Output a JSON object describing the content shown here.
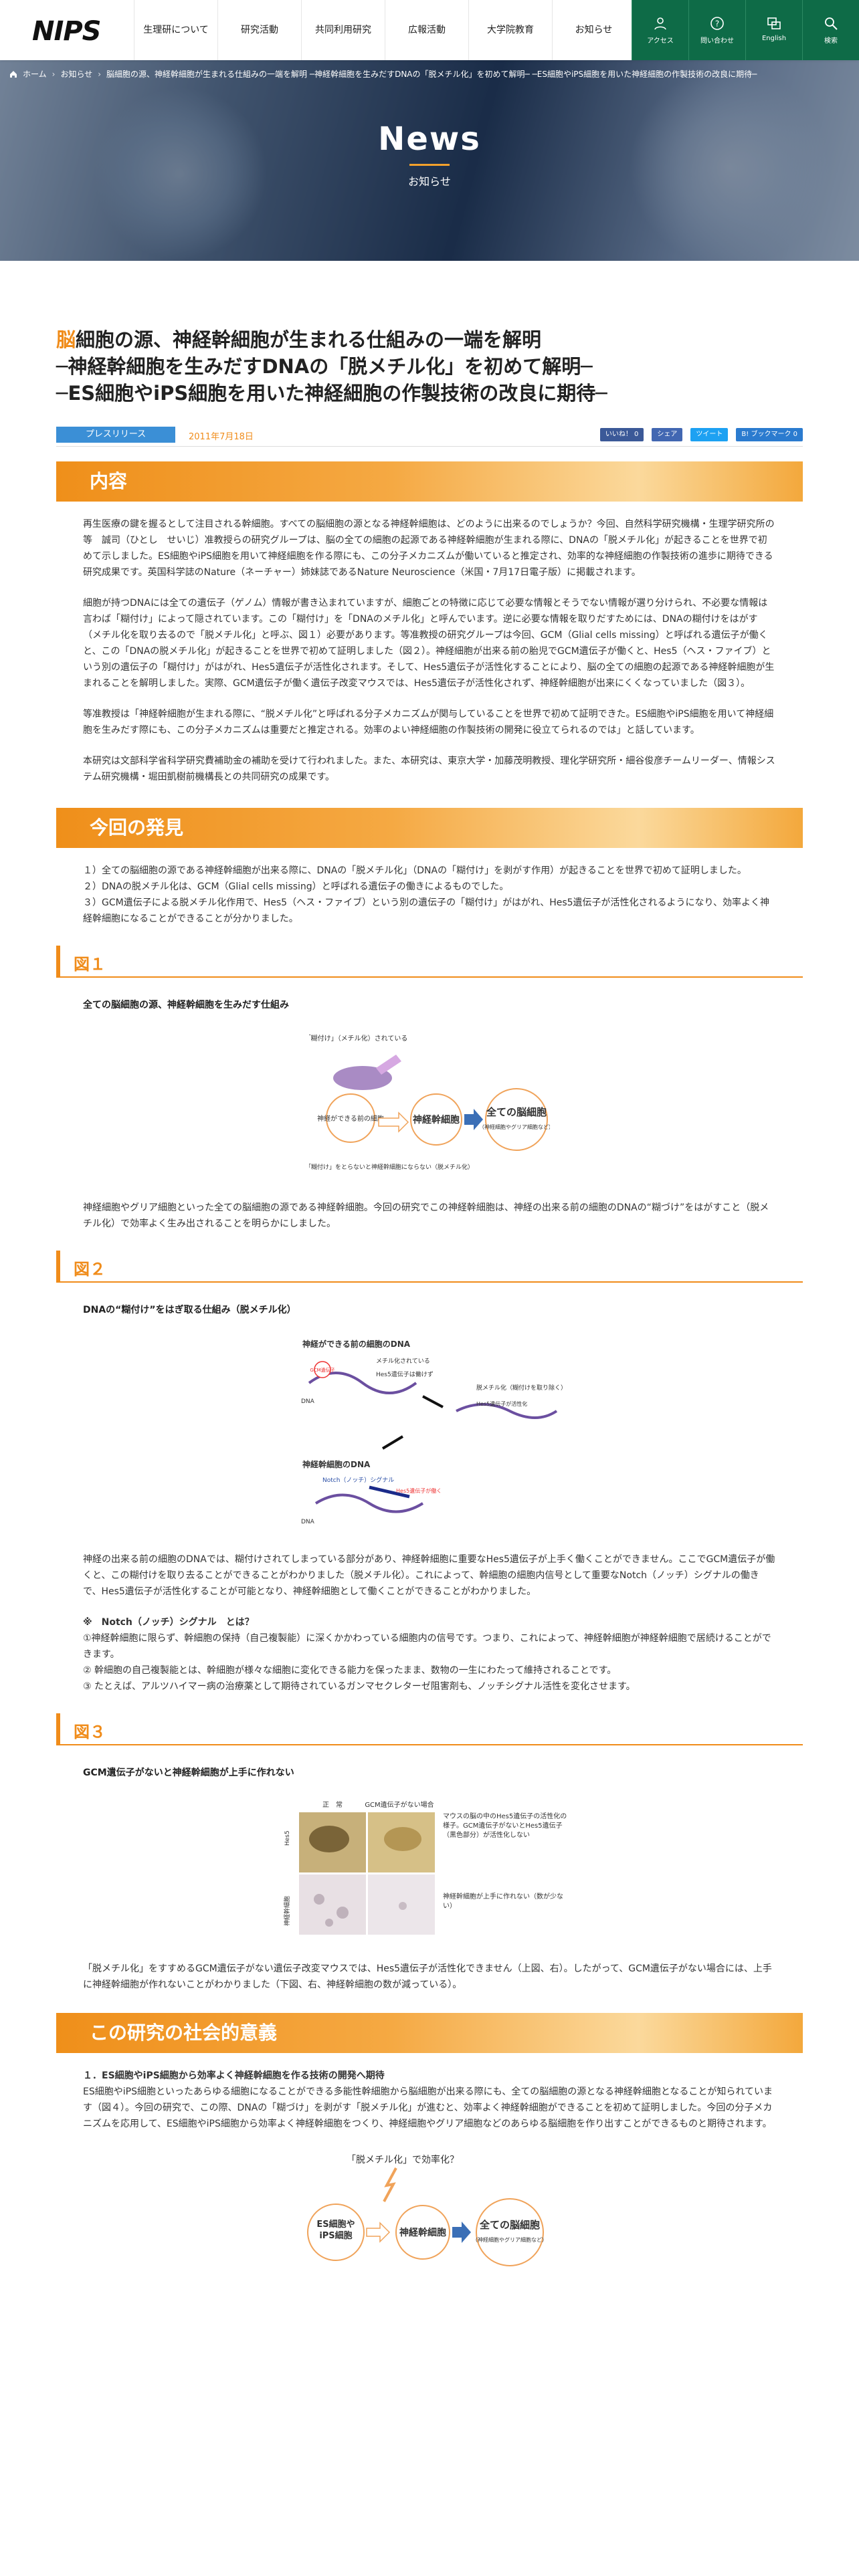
{
  "header": {
    "logo": "NIPS",
    "nav": [
      "生理研について",
      "研究活動",
      "共同利用研究",
      "広報活動",
      "大学院教育",
      "お知らせ"
    ],
    "utility": [
      "アクセス",
      "問い合わせ",
      "English",
      "検索"
    ]
  },
  "hero": {
    "breadcrumb": [
      "ホーム",
      "お知らせ",
      "脳細胞の源、神経幹細胞が生まれる仕組みの一端を解明 ─神経幹細胞を生みだすDNAの「脱メチル化」を初めて解明─ ─ES細胞やiPS細胞を用いた神経細胞の作製技術の改良に期待─"
    ],
    "title": "News",
    "subtitle": "お知らせ"
  },
  "article": {
    "title_accent": "脳",
    "title_line1": "細胞の源、神経幹細胞が生まれる仕組みの一端を解明",
    "title_line2": "─神経幹細胞を生みだすDNAの「脱メチル化」を初めて解明─",
    "title_line3": "─ES細胞やiPS細胞を用いた神経細胞の作製技術の改良に期待─",
    "tag": "プレスリリース",
    "date": "2011年7月18日",
    "share": [
      "いいね！ 0",
      "シェア",
      "ツイート",
      "B! ブックマーク 0"
    ],
    "sec1": "内容",
    "p1": "再生医療の鍵を握るとして注目される幹細胞。すべての脳細胞の源となる神経幹細胞は、どのように出来るのでしょうか？今回、自然科学研究機構・生理学研究所の等　誠司（ひとし　せいじ）准教授らの研究グループは、脳の全ての細胞の起源である神経幹細胞が生まれる際に、DNAの「脱メチル化」が起きることを世界で初めて示しました。ES細胞やiPS細胞を用いて神経細胞を作る際にも、この分子メカニズムが働いていると推定され、効率的な神経細胞の作製技術の進歩に期待できる研究成果です。英国科学誌のNature（ネーチャー）姉妹誌であるNature Neuroscience（米国・7月17日電子版）に掲載されます。",
    "p2": "細胞が持つDNAには全ての遺伝子（ゲノム）情報が書き込まれていますが、細胞ごとの特徴に応じて必要な情報とそうでない情報が選り分けられ、不必要な情報は言わば「糊付け」によって隠されています。この「糊付け」を「DNAのメチル化」と呼んでいます。逆に必要な情報を取りだすためには、DNAの糊付けをはがす（メチル化を取り去るので「脱メチル化」と呼ぶ、図１）必要があります。等准教授の研究グループは今回、GCM（Glial cells missing）と呼ばれる遺伝子が働くと、この「DNAの脱メチル化」が起きることを世界で初めて証明しました（図２）。神経細胞が出来る前の胎児でGCM遺伝子が働くと、Hes5（ヘス・ファイブ）という別の遺伝子の「糊付け」がはがれ、Hes5遺伝子が活性化されます。そして、Hes5遺伝子が活性化することにより、脳の全ての細胞の起源である神経幹細胞が生まれることを解明しました。実際、GCM遺伝子が働く遺伝子改変マウスでは、Hes5遺伝子が活性化されず、神経幹細胞が出来にくくなっていました（図３）。",
    "p3": "等准教授は「神経幹細胞が生まれる際に、“脱メチル化”と呼ばれる分子メカニズムが関与していることを世界で初めて証明できた。ES細胞やiPS細胞を用いて神経細胞を生みだす際にも、この分子メカニズムは重要だと推定される。効率のよい神経細胞の作製技術の開発に役立てられるのでは」と話しています。",
    "p4": "本研究は文部科学省科学研究費補助金の補助を受けて行われました。また、本研究は、東京大学・加藤茂明教授、理化学研究所・細谷俊彦チームリーダー、情報システム研究機構・堀田凱樹前機構長との共同研究の成果です。",
    "sec2": "今回の発見",
    "f1": "１）全ての脳細胞の源である神経幹細胞が出来る際に、DNAの「脱メチル化」（DNAの「糊付け」を剥がす作用）が起きることを世界で初めて証明しました。",
    "f2": "２）DNAの脱メチル化は、GCM（Glial cells missing）と呼ばれる遺伝子の働きによるものでした。",
    "f3": "３）GCM遺伝子による脱メチル化作用で、Hes5（ヘス・ファイブ）という別の遺伝子の「糊付け」がはがれ、Hes5遺伝子が活性化されるようになり、効率よく神経幹細胞になることができることが分かりました。",
    "fig1": "図１",
    "fig1_cap": "全ての脳細胞の源、神経幹細胞を生みだす仕組み",
    "fig1_labels": {
      "glue": "「糊付け」（メチル化）されている",
      "pre": "神経ができる前の細胞",
      "nsc": "神経幹細胞",
      "all": "全ての脳細胞",
      "allsub": "（神経細胞やグリア細胞など）",
      "remove": "「糊付け」をとらないと神経幹細胞にならない（脱メチル化）"
    },
    "fig1_text": "神経細胞やグリア細胞といった全ての脳細胞の源である神経幹細胞。今回の研究でこの神経幹細胞は、神経の出来る前の細胞のDNAの“糊づけ”をはがすこと（脱メチル化）で効率よく生み出されることを明らかにしました。",
    "fig2": "図２",
    "fig2_cap": "DNAの“糊付け”をはぎ取る仕組み（脱メチル化）",
    "fig2_labels": {
      "top": "神経ができる前の細胞のDNA",
      "methyl": "メチル化されている",
      "hes5off": "Hes5遺伝子は働けず",
      "gcm": "GCM遺伝子",
      "demethyl": "脱メチル化（糊付けを取り除く）",
      "hes5on": "Hes5遺伝子が活性化",
      "dna": "DNA",
      "bottom": "神経幹細胞のDNA",
      "notch": "Notch（ノッチ）シグナル",
      "hes5act": "Hes5遺伝子が働く"
    },
    "fig2_text": "神経の出来る前の細胞のDNAでは、糊付けされてしまっている部分があり、神経幹細胞に重要なHes5遺伝子が上手く働くことができません。ここでGCM遺伝子が働くと、この糊付けを取り去ることができることがわかりました（脱メチル化）。これによって、幹細胞の細胞内信号として重要なNotch（ノッチ）シグナルの働きで、Hes5遺伝子が活性化することが可能となり、神経幹細胞として働くことができることがわかりました。",
    "note_head": "※　Notch（ノッチ）シグナル　とは？",
    "note1": "①神経幹細胞に限らず、幹細胞の保持（自己複製能）に深くかかわっている細胞内の信号です。つまり、これによって、神経幹細胞が神経幹細胞で居続けることができます。",
    "note2": "② 幹細胞の自己複製能とは、幹細胞が様々な細胞に変化できる能力を保ったまま、数物の一生にわたって維持されることです。",
    "note3": "③ たとえば、アルツハイマー病の治療薬として期待されているガンマセクレターゼ阻害剤も、ノッチシグナル活性を変化させます。",
    "fig3": "図３",
    "fig3_cap": "GCM遺伝子がないと神経幹細胞が上手に作れない",
    "fig3_labels": {
      "normal": "正　常",
      "ko": "GCM遺伝子がない場合",
      "hes5": "Hes5",
      "nsc": "神経幹細胞",
      "desc1": "マウスの脳の中のHes5遺伝子の活性化の様子。GCM遺伝子がないとHes5遺伝子（黒色部分）が活性化しない",
      "desc2": "神経幹細胞が上手に作れない（数が少ない）"
    },
    "fig3_text": "「脱メチル化」をすすめるGCM遺伝子がない遺伝子改変マウスでは、Hes5遺伝子が活性化できません（上図、右）。したがって、GCM遺伝子がない場合には、上手に神経幹細胞が作れないことがわかりました（下図、右、神経幹細胞の数が減っている）。",
    "sec3": "この研究の社会的意義",
    "soc_head": "１．ES細胞やiPS細胞から効率よく神経幹細胞を作る技術の開発へ期待",
    "soc_text": "ES細胞やiPS細胞といったあらゆる細胞になることができる多能性幹細胞から脳細胞が出来る際にも、全ての脳細胞の源となる神経幹細胞となることが知られています（図４）。今回の研究で、この際、DNAの「糊づけ」を剥がす「脱メチル化」が進むと、効率よく神経幹細胞ができることを初めて証明しました。今回の分子メカニズムを応用して、ES細胞やiPS細胞から効率よく神経幹細胞をつくり、神経細胞やグリア細胞などのあらゆる脳細胞を作り出すことができるものと期待されます。",
    "fig4_labels": {
      "q": "「脱メチル化」で効率化？",
      "es": "ES細胞やiPS細胞",
      "nsc": "神経幹細胞",
      "all": "全ての脳細胞",
      "allsub": "（神経細胞やグリア細胞など）"
    }
  }
}
